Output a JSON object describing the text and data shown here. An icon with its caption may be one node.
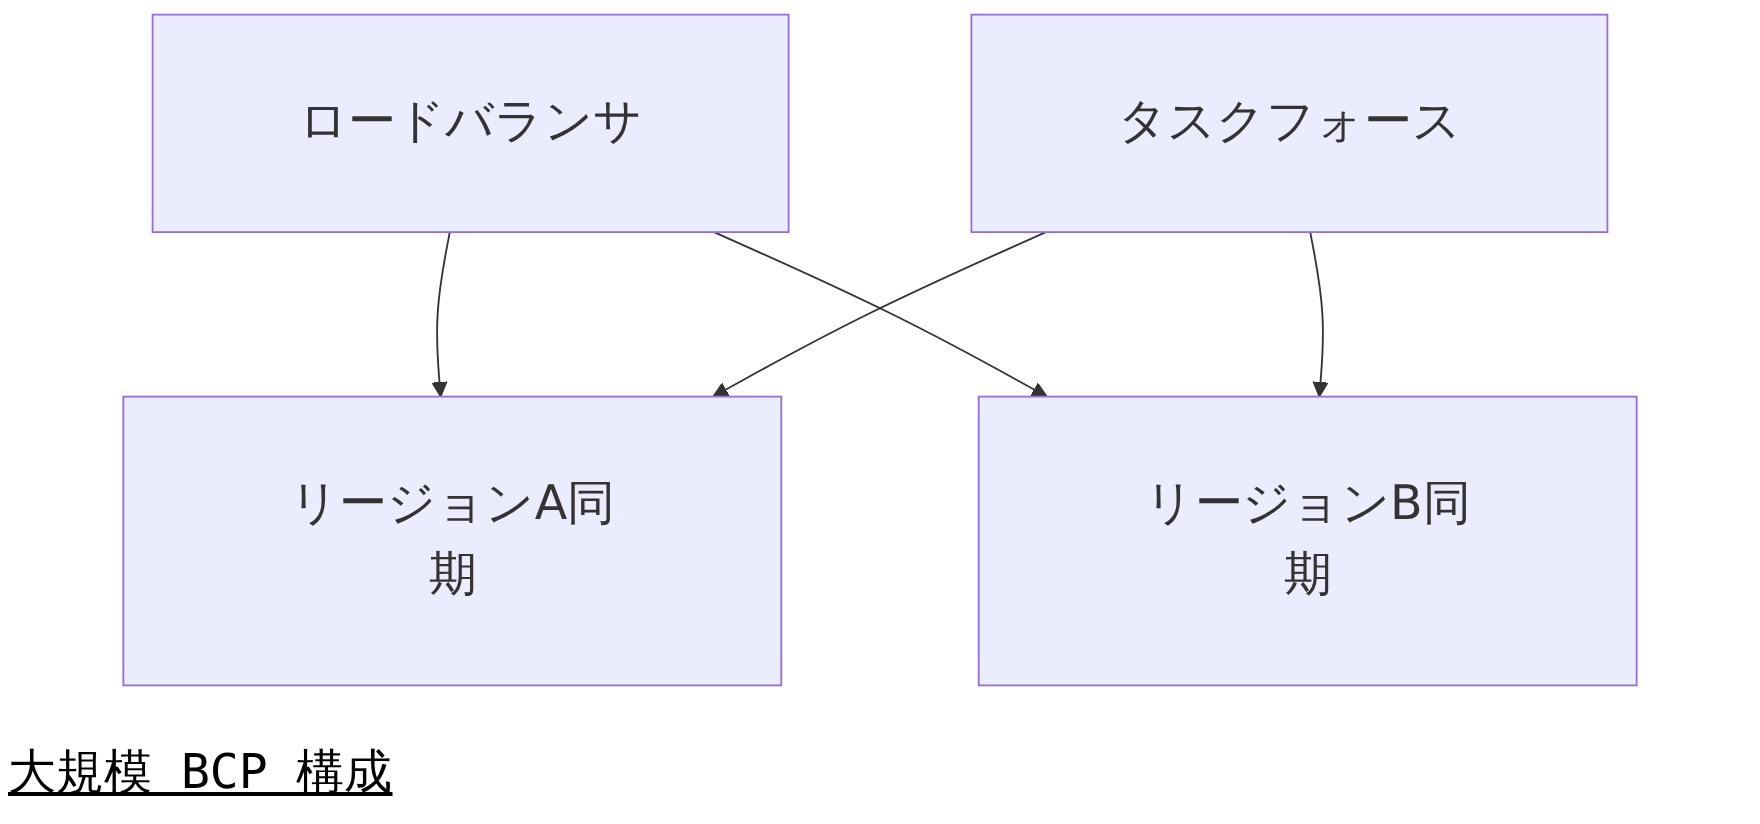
{
  "diagram": {
    "caption": "大規模 BCP 構成",
    "nodes": [
      {
        "text": [
          "ロードバランサ"
        ]
      },
      {
        "text": [
          "タスクフォース"
        ]
      },
      {
        "text": [
          "リージョンA同期"
        ]
      },
      {
        "text": [
          "リージョンB同期"
        ]
      }
    ],
    "edges": [
      {
        "from": 0,
        "to": 2,
        "arrow": "to"
      },
      {
        "from": 0,
        "to": 3,
        "arrow": "to"
      },
      {
        "from": 1,
        "to": 2,
        "arrow": "to"
      },
      {
        "from": 1,
        "to": 3,
        "arrow": "to"
      }
    ]
  }
}
